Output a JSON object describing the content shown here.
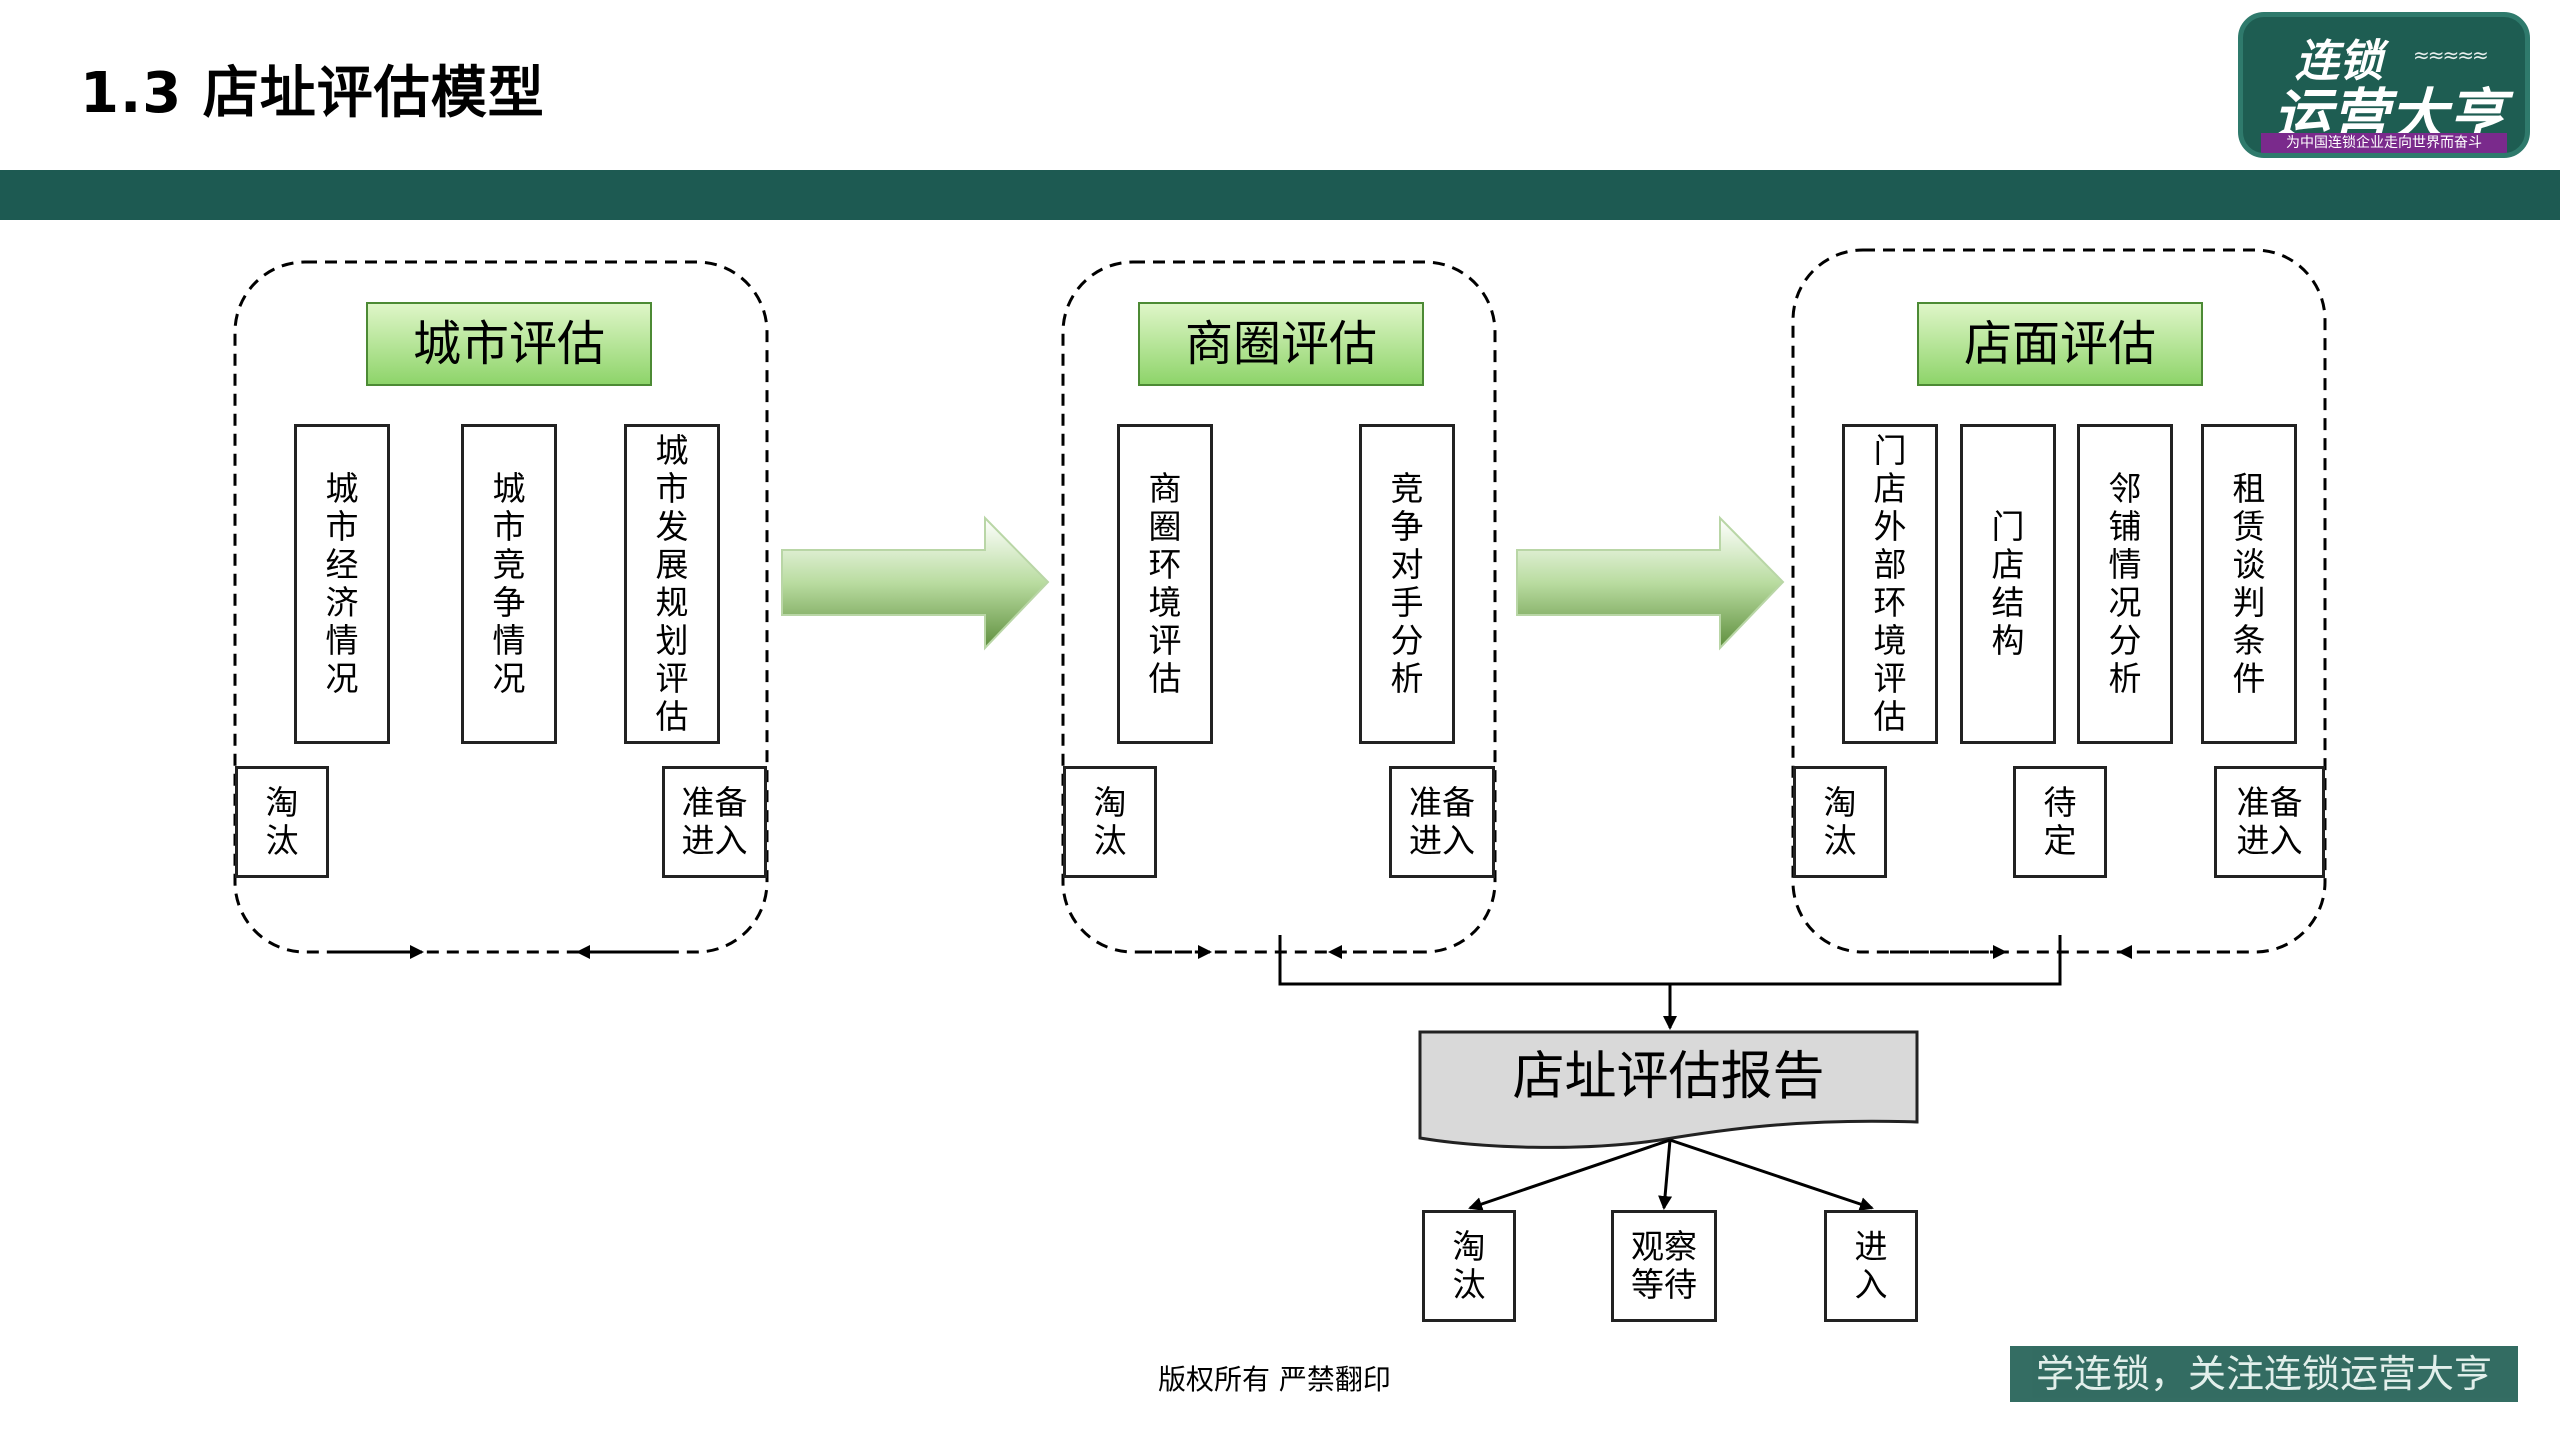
{
  "title": "1.3 店址评估模型",
  "logo": {
    "line1": "连锁",
    "line2": "运营大亨",
    "tagline": "为中国连锁企业走向世界而奋斗"
  },
  "stages": [
    {
      "heading": "城市评估",
      "items": [
        "城市经济情况",
        "城市竞争情况",
        "城市发展规划评估"
      ],
      "outcomes": [
        "淘汰",
        "准备进入"
      ]
    },
    {
      "heading": "商圈评估",
      "items": [
        "商圈环境评估",
        "竞争对手分析"
      ],
      "outcomes": [
        "淘汰",
        "准备进入"
      ]
    },
    {
      "heading": "店面评估",
      "items": [
        "门店外部环境评估",
        "门店结构",
        "邻铺情况分析",
        "租赁谈判条件"
      ],
      "outcomes": [
        "淘汰",
        "待定",
        "准备进入"
      ]
    }
  ],
  "report": {
    "label": "店址评估报告",
    "results": [
      "淘汰",
      "观察等待",
      "进入"
    ]
  },
  "copyright": "版权所有 严禁翻印",
  "footer_slogan": "学连锁，关注连锁运营大亨"
}
